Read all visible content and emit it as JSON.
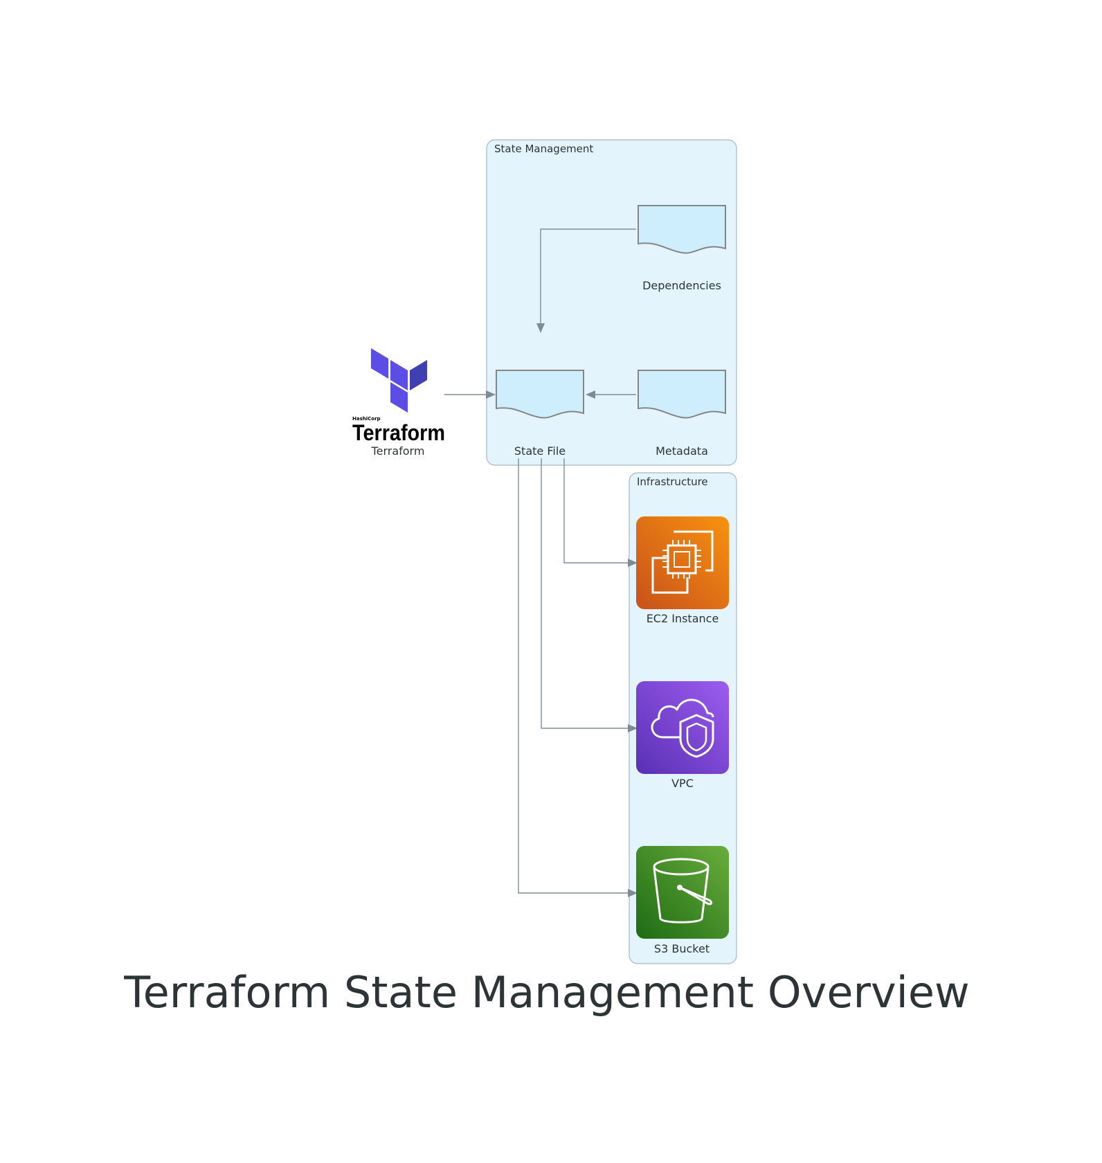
{
  "diagram": {
    "title": "Terraform State Management Overview",
    "clusters": {
      "state_management": "State Management",
      "infrastructure": "Infrastructure"
    },
    "nodes": {
      "terraform": "Terraform",
      "state_file": "State File",
      "dependencies": "Dependencies",
      "metadata": "Metadata",
      "ec2": "EC2 Instance",
      "vpc": "VPC",
      "s3": "S3 Bucket"
    },
    "logo": {
      "hashicorp": "HashiCorp",
      "terraform": "Terraform"
    },
    "edges": [
      {
        "from": "Terraform",
        "to": "State File"
      },
      {
        "from": "Dependencies",
        "to": "State File"
      },
      {
        "from": "Metadata",
        "to": "State File"
      },
      {
        "from": "State File",
        "to": "EC2 Instance"
      },
      {
        "from": "State File",
        "to": "VPC"
      },
      {
        "from": "State File",
        "to": "S3 Bucket"
      }
    ],
    "colors": {
      "cluster_fill": "#e3f4fc",
      "cluster_border": "#a9b7c4",
      "document_fill": "#cfeefd",
      "edge": "#7f8c98",
      "terraform_purple": "#5c4ee5",
      "ec2_orange": "#e8731a",
      "vpc_purple": "#7b3fd0",
      "s3_green": "#3f8f28"
    },
    "icons": {
      "terraform": "terraform-logo-icon",
      "ec2": "ec2-chip-icon",
      "vpc": "cloud-shield-icon",
      "s3": "bucket-icon",
      "document": "document-icon"
    }
  }
}
